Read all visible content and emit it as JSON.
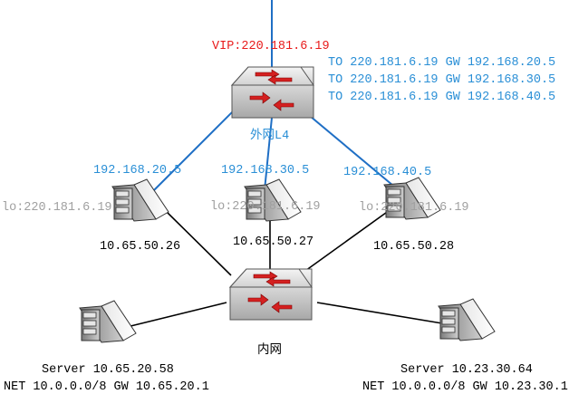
{
  "colors": {
    "blue_link": "#1f6fc5",
    "black_link": "#000000",
    "vip_red": "#e81b1b",
    "route_blue": "#2a8fd6",
    "ip_blue": "#2a8fd6",
    "lo_grey": "#a0a0a0",
    "text_black": "#000000"
  },
  "diagram": {
    "vip_label": "VIP:220.181.6.19",
    "routes": [
      "TO 220.181.6.19 GW 192.168.20.5",
      "TO 220.181.6.19 GW 192.168.30.5",
      "TO 220.181.6.19 GW 192.168.40.5"
    ],
    "l4_switch_label": "外网L4",
    "internal_switch_label": "内网",
    "realservers": [
      {
        "ip": "192.168.20.5",
        "lo": "lo:220.181.6.19",
        "addr": "10.65.50.26"
      },
      {
        "ip": "192.168.30.5",
        "lo": "lo:220.181.6.19",
        "addr": "10.65.50.27"
      },
      {
        "ip": "192.168.40.5",
        "lo": "lo:220.181.6.19",
        "addr": "10.65.50.28"
      }
    ],
    "clients": [
      {
        "name": "Server 10.65.20.58",
        "net": "NET 10.0.0.0/8 GW 10.65.20.1"
      },
      {
        "name": "Server 10.23.30.64",
        "net": "NET 10.0.0.0/8 GW 10.23.30.1"
      }
    ]
  }
}
